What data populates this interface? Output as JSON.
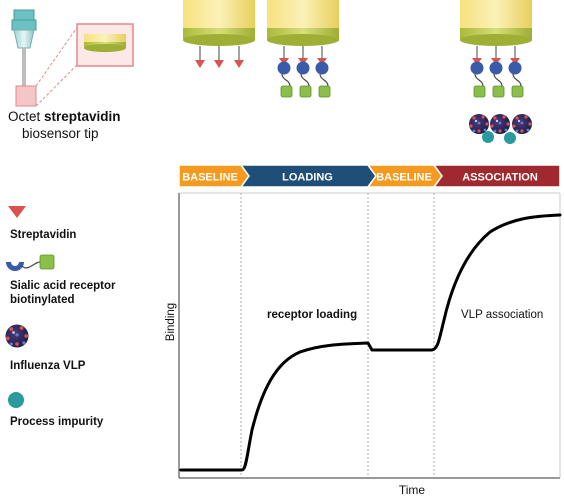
{
  "caption": {
    "line1_prefix": "Octet ",
    "line1_bold": "streptavidin",
    "line2": "biosensor tip"
  },
  "phases": [
    {
      "label": "BASELINE",
      "color": "#f39a1f"
    },
    {
      "label": "LOADING",
      "color": "#1f4e79"
    },
    {
      "label": "BASELINE",
      "color": "#f39a1f"
    },
    {
      "label": "ASSOCIATION",
      "color": "#9e2a2f"
    }
  ],
  "legend": [
    {
      "label_lines": [
        "Streptavidin"
      ],
      "icon": "streptavidin-triangle-icon"
    },
    {
      "label_lines": [
        "Sialic acid receptor",
        "biotinylated"
      ],
      "icon": "receptor-icon"
    },
    {
      "label_lines": [
        "Influenza VLP"
      ],
      "icon": "vlp-icon"
    },
    {
      "label_lines": [
        "Process impurity"
      ],
      "icon": "impurity-icon"
    }
  ],
  "annotations": {
    "receptor_loading": "receptor loading",
    "vlp_association": "VLP association"
  },
  "axes": {
    "xlabel": "Time",
    "ylabel": "Binding"
  },
  "colors": {
    "tip_yellow": "#f4e08a",
    "tip_green": "#c9d25a",
    "streptavidin_red": "#d9534f",
    "receptor_blue": "#3b5aa8",
    "receptor_green": "#8bbf4a",
    "impurity_teal": "#2a9aa0"
  }
}
